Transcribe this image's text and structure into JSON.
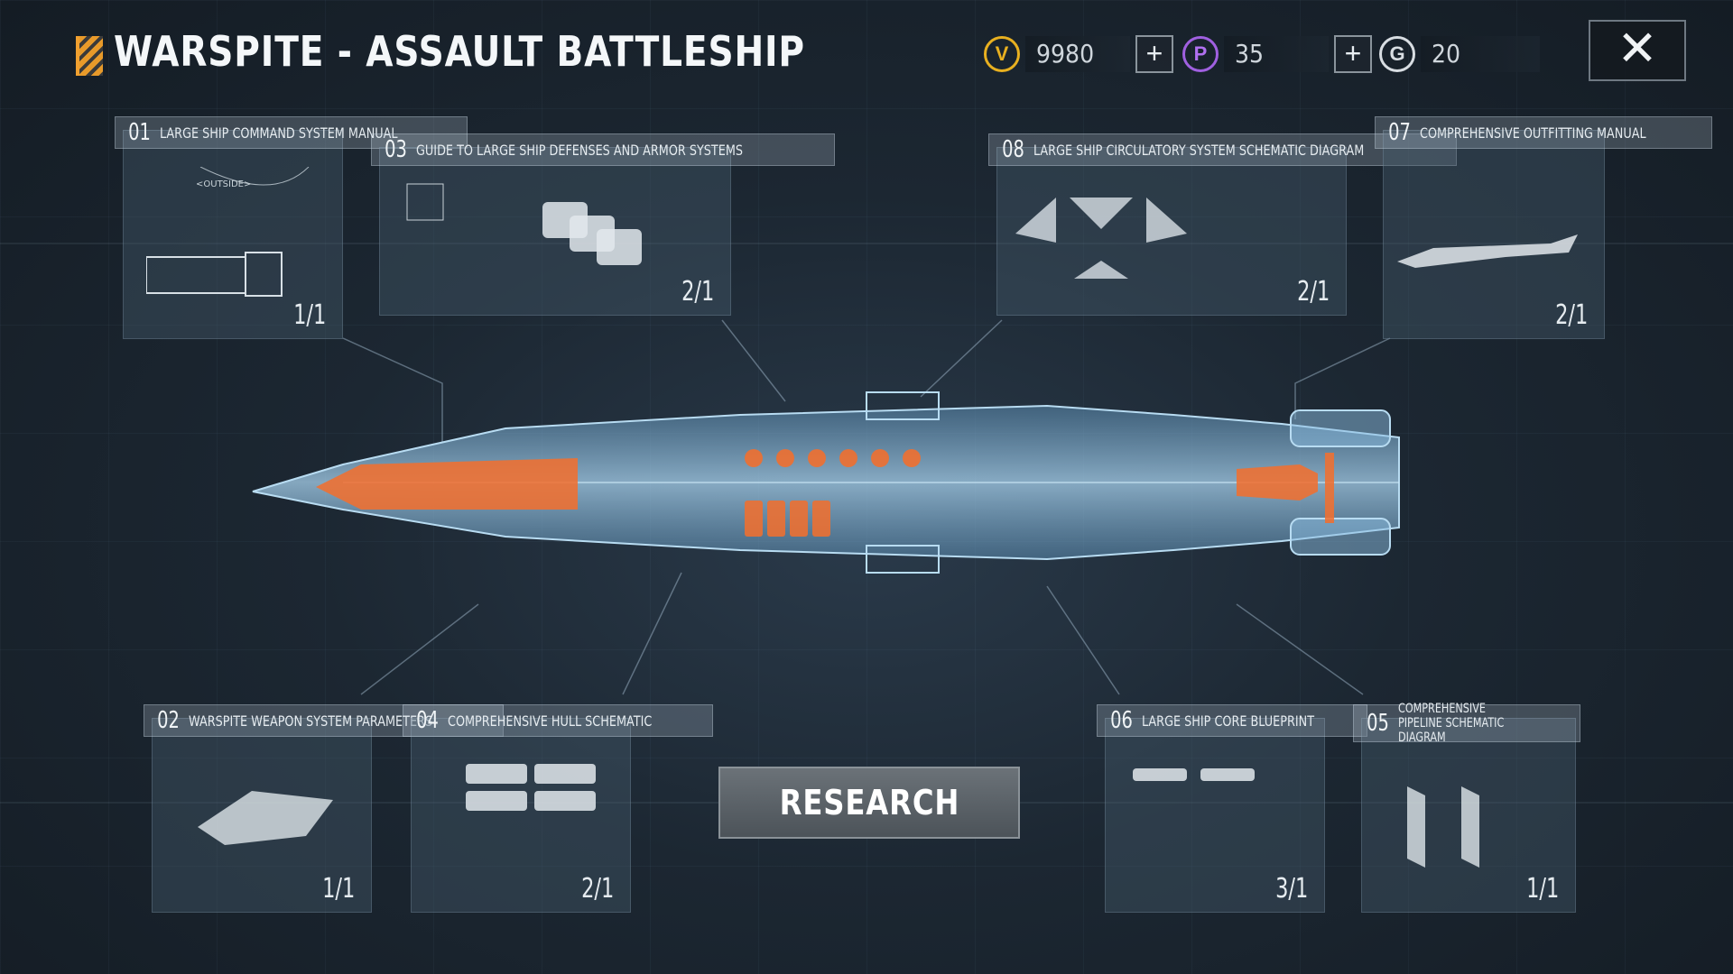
{
  "header": {
    "title": "WARSPITE - ASSAULT BATTLESHIP"
  },
  "currencies": [
    {
      "name": "gold-currency",
      "value": "9980",
      "color": "#e8b020",
      "icon": "coin-icon"
    },
    {
      "name": "premium-currency",
      "value": "35",
      "color": "#a060e0",
      "icon": "premium-p-icon"
    },
    {
      "name": "resource-currency",
      "value": "20",
      "color": "#d8dde2",
      "icon": "resource-icon"
    }
  ],
  "plus_label": "+",
  "close_label": "✕",
  "cards": [
    {
      "id": "01",
      "label": "LARGE SHIP COMMAND SYSTEM MANUAL",
      "count": "1/1"
    },
    {
      "id": "03",
      "label": "GUIDE TO LARGE SHIP DEFENSES AND ARMOR SYSTEMS",
      "count": "2/1"
    },
    {
      "id": "08",
      "label": "LARGE SHIP CIRCULATORY SYSTEM SCHEMATIC DIAGRAM",
      "count": "2/1"
    },
    {
      "id": "07",
      "label": "COMPREHENSIVE OUTFITTING MANUAL",
      "count": "2/1"
    },
    {
      "id": "02",
      "label": "WARSPITE WEAPON SYSTEM PARAMETERS",
      "count": "1/1"
    },
    {
      "id": "04",
      "label": "COMPREHENSIVE HULL SCHEMATIC",
      "count": "2/1"
    },
    {
      "id": "06",
      "label": "LARGE SHIP CORE BLUEPRINT",
      "count": "3/1"
    },
    {
      "id": "05",
      "label": "COMPREHENSIVE PIPELINE SCHEMATIC DIAGRAM",
      "count": "1/1"
    }
  ],
  "research_label": "RESEARCH",
  "colors": {
    "accent_orange": "#f07030",
    "blueprint_blue": "#8fc4e8"
  }
}
